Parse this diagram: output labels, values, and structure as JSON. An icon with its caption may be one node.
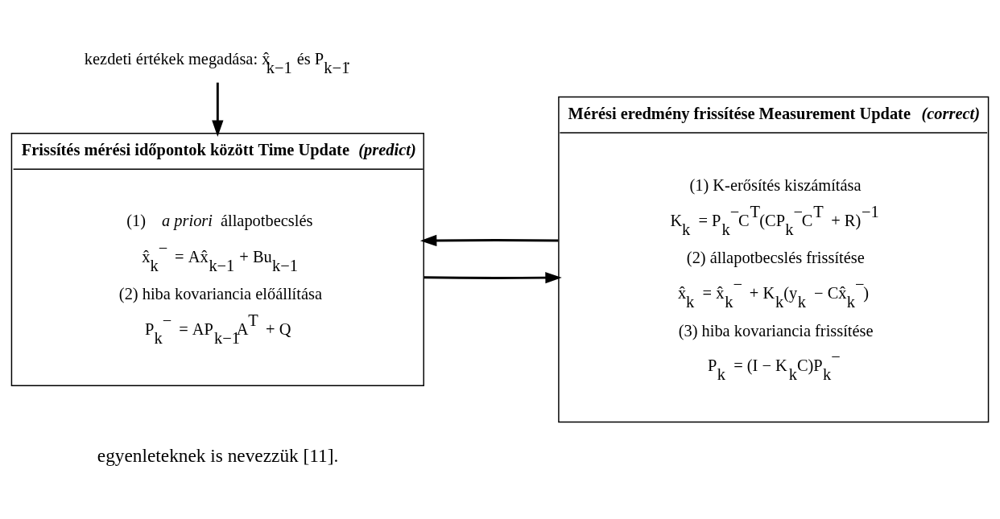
{
  "diagram": {
    "nodes": [
      {
        "text": [
          "Frissítés mérési időpontok között Time Update *(predict)*",
          "(1) *a priori* állapotbecslés",
          "x̂$_{k}$$^{−}$ = Ax̂$_{k−1}$ + Bu$_{k−1}$",
          "(2) hiba kovariancia előállítása",
          "P$_{k}$$^{−}$ = AP$_{k−1}$A$^{T}$ + Q"
        ]
      },
      {
        "text": [
          "Mérési eredmény frissítése Measurement Update *(correct)*",
          "(1) K-erősítés kiszámítása",
          "K$_{k}$ = P$_{k}$$^{−}$C$^{T}$(CP$_{k}$$^{−}$C$^{T}$ + R)$^{−1}$",
          "(2) állapotbecslés frissítése",
          "x̂$_{k}$ = x̂$_{k}$$^{−}$ + K$_{k}$(y$_{k}$ − Cx̂$_{k}$$^{−}$)",
          "(3) hiba kovariancia frissítése",
          "P$_{k}$ = (I − K$_{k}$C)P$_{k}$$^{−}$"
        ]
      },
      {
        "text": [
          "kezdeti értékek megadása: x̂$_{k−1}$ és P$_{k−1}$."
        ]
      }
    ],
    "edges": [
      {
        "from": 0,
        "to": 1,
        "arrow": "to"
      },
      {
        "from": 1,
        "to": 0,
        "arrow": "to"
      },
      {
        "from": 2,
        "to": 0,
        "arrow": "to"
      }
    ],
    "labels": [
      "egyenleteknek is nevezzük [11]."
    ]
  }
}
